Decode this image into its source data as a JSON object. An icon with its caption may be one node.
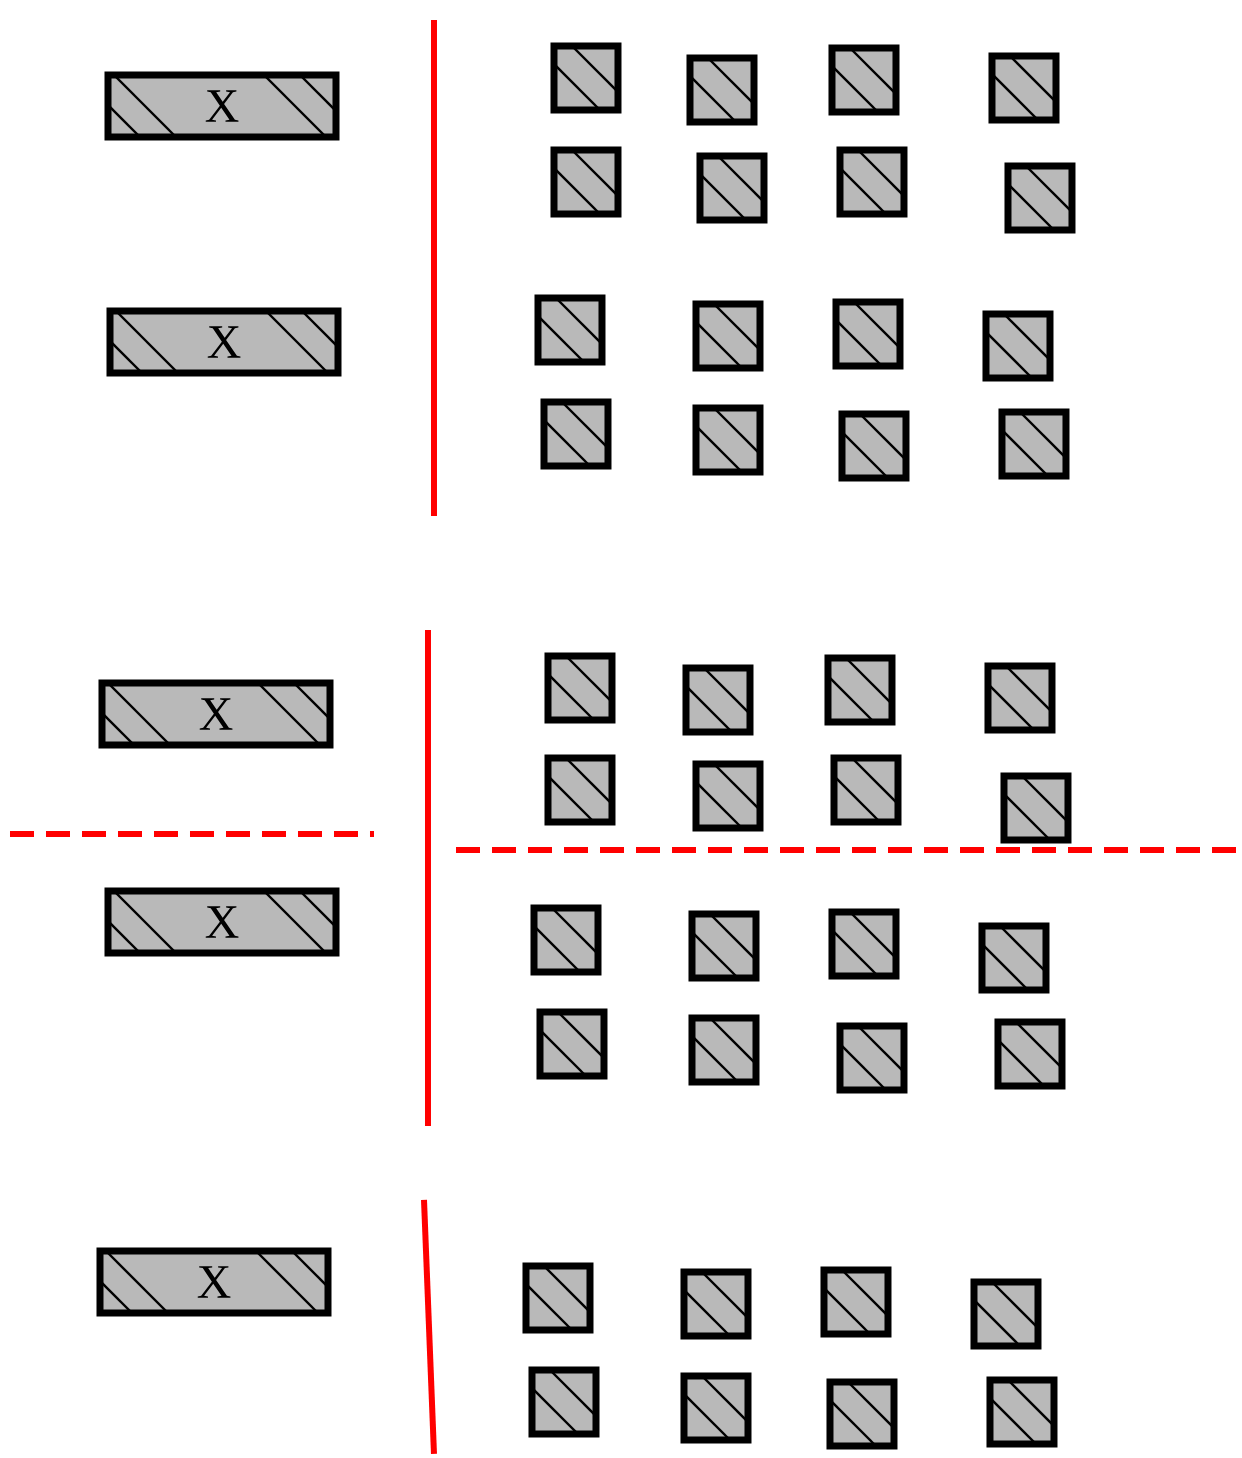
{
  "diagram": {
    "nodes": [
      {
        "text": [
          "X"
        ]
      },
      {
        "text": [
          "X"
        ]
      },
      {
        "text": [],
        "shape": "box"
      },
      {
        "text": [],
        "shape": "box"
      },
      {
        "text": [],
        "shape": "box"
      },
      {
        "text": [],
        "shape": "box"
      },
      {
        "text": [],
        "shape": "box"
      },
      {
        "text": [],
        "shape": "box"
      },
      {
        "text": [],
        "shape": "box"
      },
      {
        "text": [],
        "shape": "box"
      },
      {
        "text": [],
        "shape": "box"
      },
      {
        "text": [],
        "shape": "box"
      },
      {
        "text": [],
        "shape": "box"
      },
      {
        "text": [],
        "shape": "box"
      },
      {
        "text": [],
        "shape": "box"
      },
      {
        "text": [],
        "shape": "box"
      },
      {
        "text": [],
        "shape": "box"
      },
      {
        "text": [],
        "shape": "box"
      },
      {
        "text": [
          "X"
        ]
      },
      {
        "text": [
          "X"
        ]
      },
      {
        "text": [],
        "shape": "box"
      },
      {
        "text": [],
        "shape": "box"
      },
      {
        "text": [],
        "shape": "box"
      },
      {
        "text": [],
        "shape": "box"
      },
      {
        "text": [],
        "shape": "box"
      },
      {
        "text": [],
        "shape": "box"
      },
      {
        "text": [],
        "shape": "box"
      },
      {
        "text": [],
        "shape": "box"
      },
      {
        "text": [],
        "shape": "box"
      },
      {
        "text": [],
        "shape": "box"
      },
      {
        "text": [],
        "shape": "box"
      },
      {
        "text": [],
        "shape": "box"
      },
      {
        "text": [],
        "shape": "box"
      },
      {
        "text": [],
        "shape": "box"
      },
      {
        "text": [],
        "shape": "box"
      },
      {
        "text": [],
        "shape": "box"
      },
      {
        "text": [
          "X"
        ]
      },
      {
        "text": [],
        "shape": "box"
      },
      {
        "text": [],
        "shape": "box"
      },
      {
        "text": [],
        "shape": "box"
      },
      {
        "text": [],
        "shape": "box"
      },
      {
        "text": [],
        "shape": "box"
      },
      {
        "text": [],
        "shape": "box"
      },
      {
        "text": [],
        "shape": "box"
      },
      {
        "text": [],
        "shape": "box"
      }
    ]
  }
}
